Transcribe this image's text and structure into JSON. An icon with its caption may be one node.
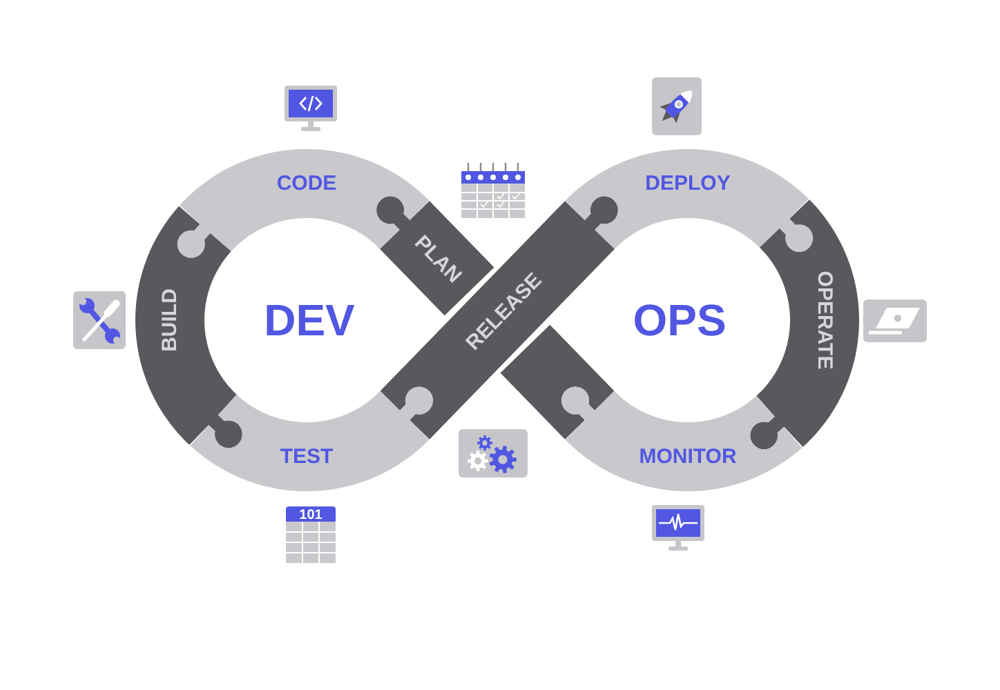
{
  "diagram": {
    "nodes": [
      {
        "text": [
          "CODE"
        ]
      },
      {
        "text": [
          "DEPLOY"
        ]
      },
      {
        "text": [
          "PLAN"
        ]
      },
      {
        "text": [
          "BUILD"
        ]
      },
      {
        "text": [
          "RELEASE"
        ]
      },
      {
        "text": [
          "OPERATE"
        ]
      },
      {
        "text": [],
        "shape": "bar"
      },
      {
        "text": [
          "TEST"
        ]
      },
      {
        "text": [
          "MONITOR"
        ]
      }
    ],
    "labels": [
      "DEV",
      "OPS",
      "101"
    ]
  }
}
